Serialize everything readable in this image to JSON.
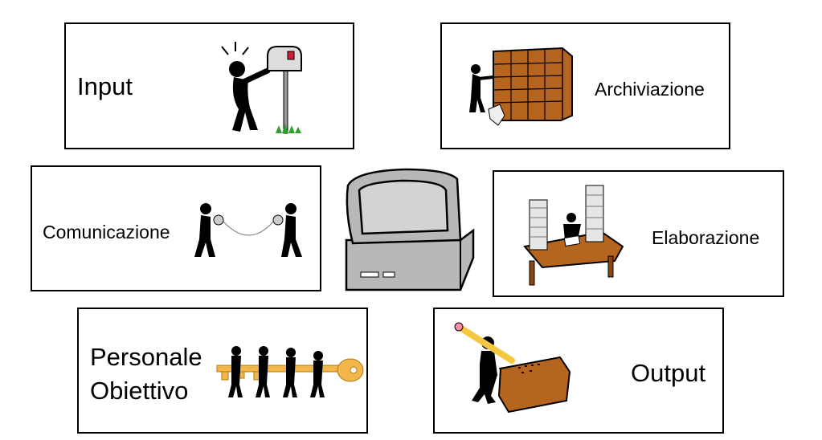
{
  "cards": {
    "input": {
      "label": "Input",
      "icon": "mailbox-figure-icon"
    },
    "archiviazione": {
      "label": "Archiviazione",
      "icon": "filing-cabinet-figure-icon"
    },
    "comunicazione": {
      "label": "Comunicazione",
      "icon": "tin-can-phone-figures-icon"
    },
    "elaborazione": {
      "label": "Elaborazione",
      "icon": "desk-paper-stacks-figure-icon"
    },
    "personale": {
      "label_line1": "Personale",
      "label_line2": "Obiettivo",
      "icon": "figures-carrying-key-icon"
    },
    "output": {
      "label": "Output",
      "icon": "figure-writing-on-box-icon"
    }
  },
  "center": {
    "icon": "computer-monitor-icon"
  },
  "colors": {
    "wood": "#b5651d",
    "key": "#f2b64a",
    "monitor": "#b8b8b8",
    "grass": "#2f9e2f",
    "mailbox_flag": "#cc1d3a"
  }
}
